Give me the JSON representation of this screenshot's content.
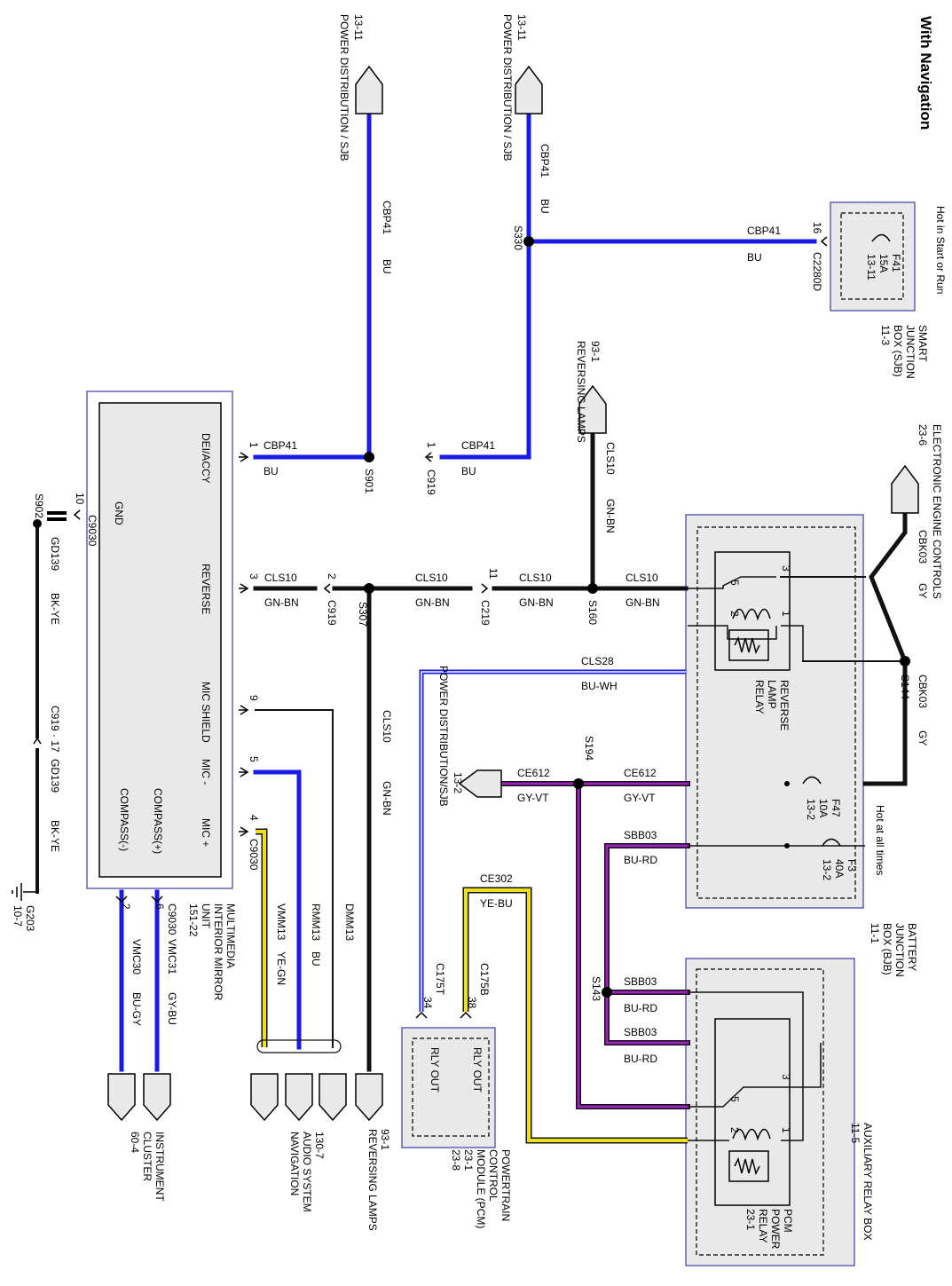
{
  "title": "With Navigation",
  "sjb": {
    "lines": [
      "SMART",
      "JUNCTION",
      "BOX (SJB)",
      "11-3"
    ],
    "hot": "Hot in Start or Run",
    "fuse": [
      "F41",
      "15A",
      "13-11"
    ],
    "pin": "16",
    "connector": "C2280D"
  },
  "power_top1": {
    "ref": "13-11",
    "name": "POWER DISTRIBUTION / SJB",
    "circuit": "CBP41",
    "color": "BU"
  },
  "power_top2": {
    "ref": "13-11",
    "name": "POWER DISTRIBUTION / SJB",
    "circuit": "CBP41",
    "color": "BU"
  },
  "wire_sjb": {
    "circuit": "CBP41",
    "color": "BU"
  },
  "wire_top1_vert": {
    "circuit": "CBP41",
    "color": "BU"
  },
  "wire_s330_left": {
    "circuit": "CBP41",
    "color": "BU"
  },
  "wire_s901_left": {
    "circuit": "CBP41",
    "color": "BU"
  },
  "splices": {
    "s330": "S330",
    "s901": "S901",
    "s160": "S160",
    "s307": "S307",
    "s144": "S144",
    "s194": "S194",
    "s143": "S143",
    "s902": "S902"
  },
  "connectors": {
    "c919a": "C919",
    "c919a_pin": "1",
    "c919b": "C919",
    "c919b_pin": "2",
    "c219": "C219",
    "c219_pin": "11",
    "c9030_gnd": "C9030",
    "c9030_gnd_pin": "10",
    "c919c": "C919 · 17",
    "c9030_mic": "C9030",
    "c9030_mic_pin": "4",
    "c9030_comp": "C9030",
    "c9030_comp_pin1": "6",
    "c9030_comp_pin2": "2",
    "c175t": "C175T",
    "c175t_pin": "34",
    "c175b": "C175B",
    "c175b_pin": "38",
    "mirror_pin_dei": "1",
    "mirror_pin_rev": "3",
    "mirror_pin_ms": "9",
    "mirror_pin_mm": "5"
  },
  "reversing_top": {
    "ref": "93-1",
    "name": "REVERSING LAMPS",
    "circuit": "CLS10",
    "color": "GN-BN"
  },
  "reversing_bottom": {
    "ref": "93-1",
    "name": "REVERSING LAMPS"
  },
  "wire_rev_s160": {
    "circuit": "CLS10",
    "color": "GN-BN"
  },
  "wire_rev_mid": {
    "circuit": "CLS10",
    "color": "GN-BN"
  },
  "wire_rev_c919": {
    "circuit": "CLS10",
    "color": "GN-BN"
  },
  "wire_rev_a": {
    "circuit": "CLS10",
    "color": "GN-BN"
  },
  "wire_s307_down": {
    "circuit": "CLS10",
    "color": "GN-BN"
  },
  "eec": {
    "name": "ELECTRONIC ENGINE CONTROLS",
    "ref": "23-6",
    "circuit": "CBK03",
    "color": "GY"
  },
  "wire_s144_down": {
    "circuit": "CBK03",
    "color": "GY"
  },
  "reverse_relay": {
    "lines": [
      "REVERSE",
      "LAMP",
      "RELAY"
    ],
    "pins": [
      "3",
      "5",
      "2",
      "1"
    ]
  },
  "bjb": {
    "lines": [
      "BATTERY",
      "JUNCTION",
      "BOX (BJB)",
      "11-1"
    ],
    "f47": [
      "F47",
      "10A",
      "13-2"
    ],
    "f3": [
      "F3",
      "40A",
      "13-2"
    ],
    "hot_all": "Hot at all times"
  },
  "wire_cls28": {
    "circuit": "CLS28",
    "color": "BU-WH"
  },
  "power_dist_bjb": {
    "ref": "13-2",
    "name": "POWER DISTRIBUTION/SJB"
  },
  "wire_ce612_a": {
    "circuit": "CE612",
    "color": "GY-VT"
  },
  "wire_ce612_b": {
    "circuit": "CE612",
    "color": "GY-VT"
  },
  "wire_sbb03_a": {
    "circuit": "SBB03",
    "color": "BU-RD"
  },
  "wire_sbb03_b": {
    "circuit": "SBB03",
    "color": "BU-RD"
  },
  "wire_sbb03_c": {
    "circuit": "SBB03",
    "color": "BU-RD"
  },
  "wire_ce302": {
    "circuit": "CE302",
    "color": "YE-BU"
  },
  "mirror": {
    "lines": [
      "MULTIMEDIA",
      "INTERIOR MIRROR",
      "UNIT",
      "151-22"
    ],
    "pins": {
      "dei": "DEI/ACCY",
      "gnd": "GND",
      "reverse": "REVERSE",
      "mic_shield": "MIC SHIELD",
      "mic_minus": "MIC -",
      "mic_plus": "MIC +",
      "comp_plus": "COMPASS(+)",
      "comp_minus": "COMPASS(-)"
    }
  },
  "wire_gd139_a": {
    "circuit": "GD139",
    "color": "BK-YE"
  },
  "wire_gd139_b": {
    "circuit": "GD139",
    "color": "BK-YE"
  },
  "ground": {
    "name": "G203",
    "ref": "10-7"
  },
  "wire_dmm13": {
    "circuit": "DMM13"
  },
  "wire_rmm13": {
    "circuit": "RMM13",
    "color": "BU"
  },
  "wire_vmm13": {
    "circuit": "VMM13",
    "color": "YE-GN"
  },
  "wire_vmc31": {
    "circuit": "VMC31",
    "color": "GY-BU"
  },
  "wire_vmc30": {
    "circuit": "VMC30",
    "color": "BU-GY"
  },
  "audio": {
    "ref": "130-7",
    "lines": [
      "AUDIO SYSTEM",
      "NAVIGATION"
    ]
  },
  "cluster": {
    "lines": [
      "INSTRUMENT",
      "CLUSTER"
    ],
    "ref": "60-4"
  },
  "pcm": {
    "lines": [
      "POWERTRAIN",
      "CONTROL",
      "MODULE (PCM)",
      "23-1",
      "23-8"
    ],
    "pin1": "RLY OUT",
    "pin2": "RLY OUT"
  },
  "aux_box": {
    "lines": [
      "AUXILIARY RELAY BOX",
      "11-5"
    ]
  },
  "pcm_relay": {
    "lines": [
      "PCM",
      "POWER",
      "RELAY",
      "23-1"
    ],
    "pins": [
      "3",
      "5",
      "2",
      "1"
    ]
  },
  "colors": {
    "blue": "#1a1ae6",
    "black": "#111111",
    "purple": "#a020c0",
    "yellow": "#f0e01a",
    "box": "#e9e9e9",
    "border": "#3a3aa8"
  }
}
